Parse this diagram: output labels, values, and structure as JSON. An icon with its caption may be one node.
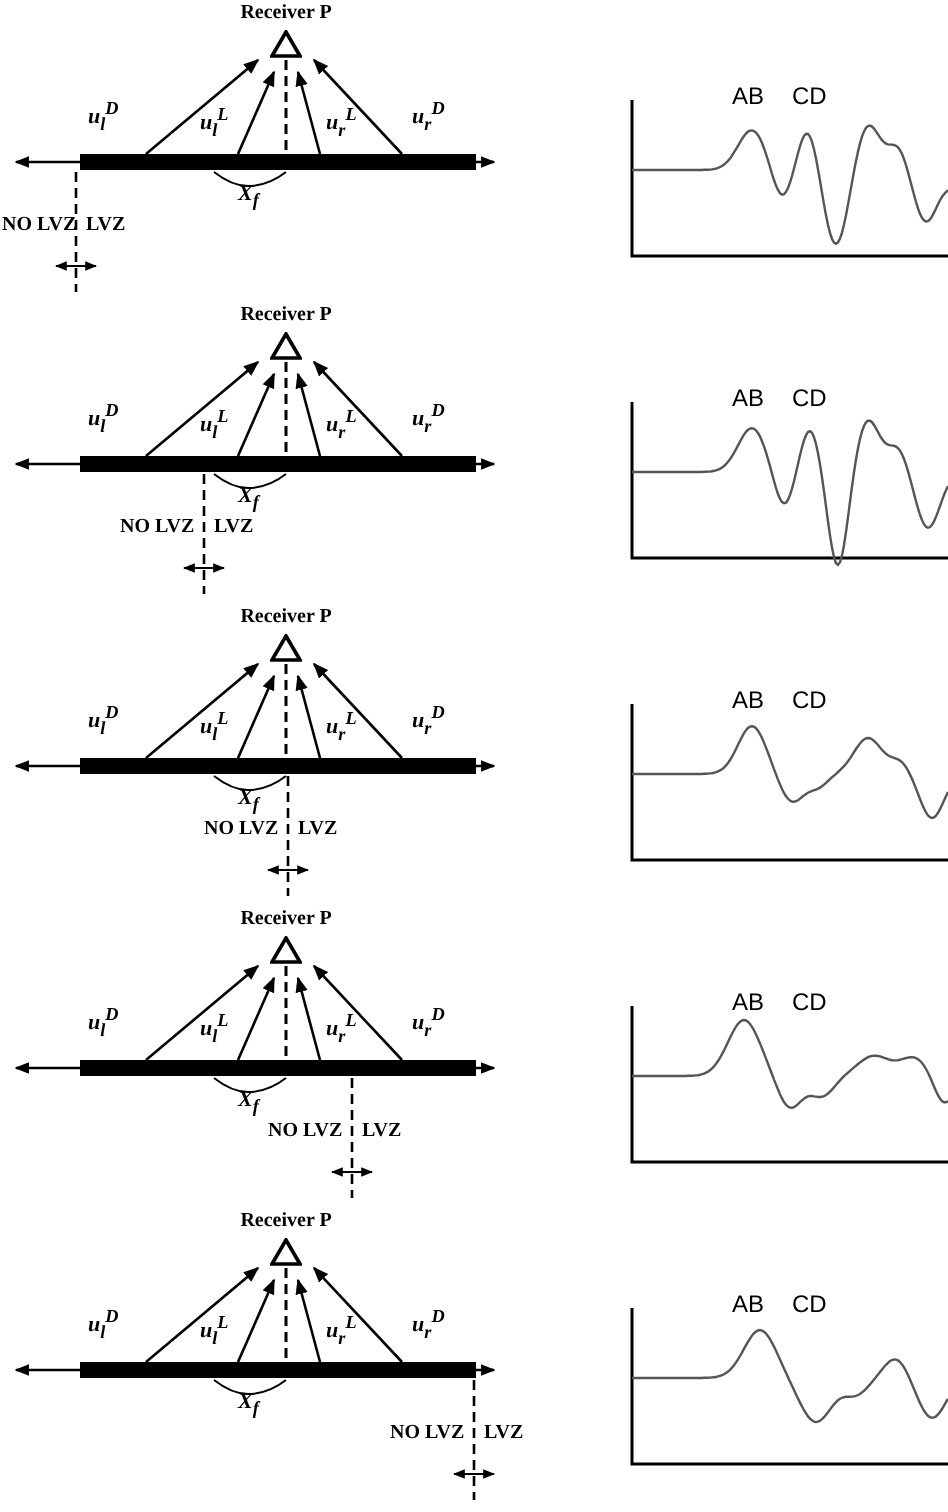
{
  "diagram": {
    "nodes": [
      {
        "text": [
          "Receiver P"
        ]
      },
      {
        "text": [],
        "shape": "bar",
        "beside": [
          "X$_{f}$"
        ]
      },
      {
        "text": [
          "Receiver P"
        ]
      },
      {
        "text": [],
        "shape": "bar",
        "beside": [
          "X$_{f}$"
        ]
      },
      {
        "text": [
          "Receiver P"
        ]
      },
      {
        "text": [],
        "shape": "bar",
        "beside": [
          "X$_{f}$"
        ]
      },
      {
        "text": [
          "Receiver P"
        ]
      },
      {
        "text": [],
        "shape": "bar",
        "beside": [
          "X$_{f}$"
        ]
      },
      {
        "text": [
          "Receiver P"
        ]
      },
      {
        "text": [],
        "shape": "bar",
        "beside": [
          "X$_{f}$"
        ]
      }
    ],
    "edges": [
      {
        "from": 1,
        "to": 0,
        "arrow": "to",
        "label": "u$_{l}$$^{D}$"
      },
      {
        "from": 1,
        "to": 0,
        "arrow": "to",
        "label": "u$_{l}$$^{L}$"
      },
      {
        "from": 1,
        "to": 0,
        "arrow": "to",
        "label": "u$_{r}$$^{L}$"
      },
      {
        "from": 1,
        "to": 0,
        "arrow": "to",
        "label": "u$_{r}$$^{D}$"
      },
      {
        "from": 0,
        "to": 1,
        "arrow": "none",
        "style": "dashed"
      },
      {
        "from": 3,
        "to": 2,
        "arrow": "to",
        "label": "u$_{l}$$^{D}$"
      },
      {
        "from": 3,
        "to": 2,
        "arrow": "to",
        "label": "u$_{l}$$^{L}$"
      },
      {
        "from": 3,
        "to": 2,
        "arrow": "to",
        "label": "u$_{r}$$^{L}$"
      },
      {
        "from": 3,
        "to": 2,
        "arrow": "to",
        "label": "u$_{r}$$^{D}$"
      },
      {
        "from": 2,
        "to": 3,
        "arrow": "none",
        "style": "dashed"
      },
      {
        "from": 5,
        "to": 4,
        "arrow": "to",
        "label": "u$_{l}$$^{D}$"
      },
      {
        "from": 5,
        "to": 4,
        "arrow": "to",
        "label": "u$_{l}$$^{L}$"
      },
      {
        "from": 5,
        "to": 4,
        "arrow": "to",
        "label": "u$_{r}$$^{L}$"
      },
      {
        "from": 5,
        "to": 4,
        "arrow": "to",
        "label": "u$_{r}$$^{D}$"
      },
      {
        "from": 4,
        "to": 5,
        "arrow": "none",
        "style": "dashed"
      },
      {
        "from": 7,
        "to": 6,
        "arrow": "to",
        "label": "u$_{l}$$^{D}$"
      },
      {
        "from": 7,
        "to": 6,
        "arrow": "to",
        "label": "u$_{l}$$^{L}$"
      },
      {
        "from": 7,
        "to": 6,
        "arrow": "to",
        "label": "u$_{r}$$^{L}$"
      },
      {
        "from": 7,
        "to": 6,
        "arrow": "to",
        "label": "u$_{r}$$^{D}$"
      },
      {
        "from": 6,
        "to": 7,
        "arrow": "none",
        "style": "dashed"
      },
      {
        "from": 9,
        "to": 8,
        "arrow": "to",
        "label": "u$_{l}$$^{D}$"
      },
      {
        "from": 9,
        "to": 8,
        "arrow": "to",
        "label": "u$_{l}$$^{L}$"
      },
      {
        "from": 9,
        "to": 8,
        "arrow": "to",
        "label": "u$_{r}$$^{L}$"
      },
      {
        "from": 9,
        "to": 8,
        "arrow": "to",
        "label": "u$_{r}$$^{D}$"
      },
      {
        "from": 8,
        "to": 9,
        "arrow": "none",
        "style": "dashed"
      }
    ],
    "labels": [
      "AB",
      "CD",
      "NO LVZ",
      "LVZ",
      "AB",
      "CD",
      "NO LVZ",
      "LVZ",
      "AB",
      "CD",
      "NO LVZ",
      "LVZ",
      "AB",
      "CD",
      "NO LVZ",
      "LVZ",
      "AB",
      "CD",
      "NO LVZ",
      "LVZ"
    ]
  }
}
